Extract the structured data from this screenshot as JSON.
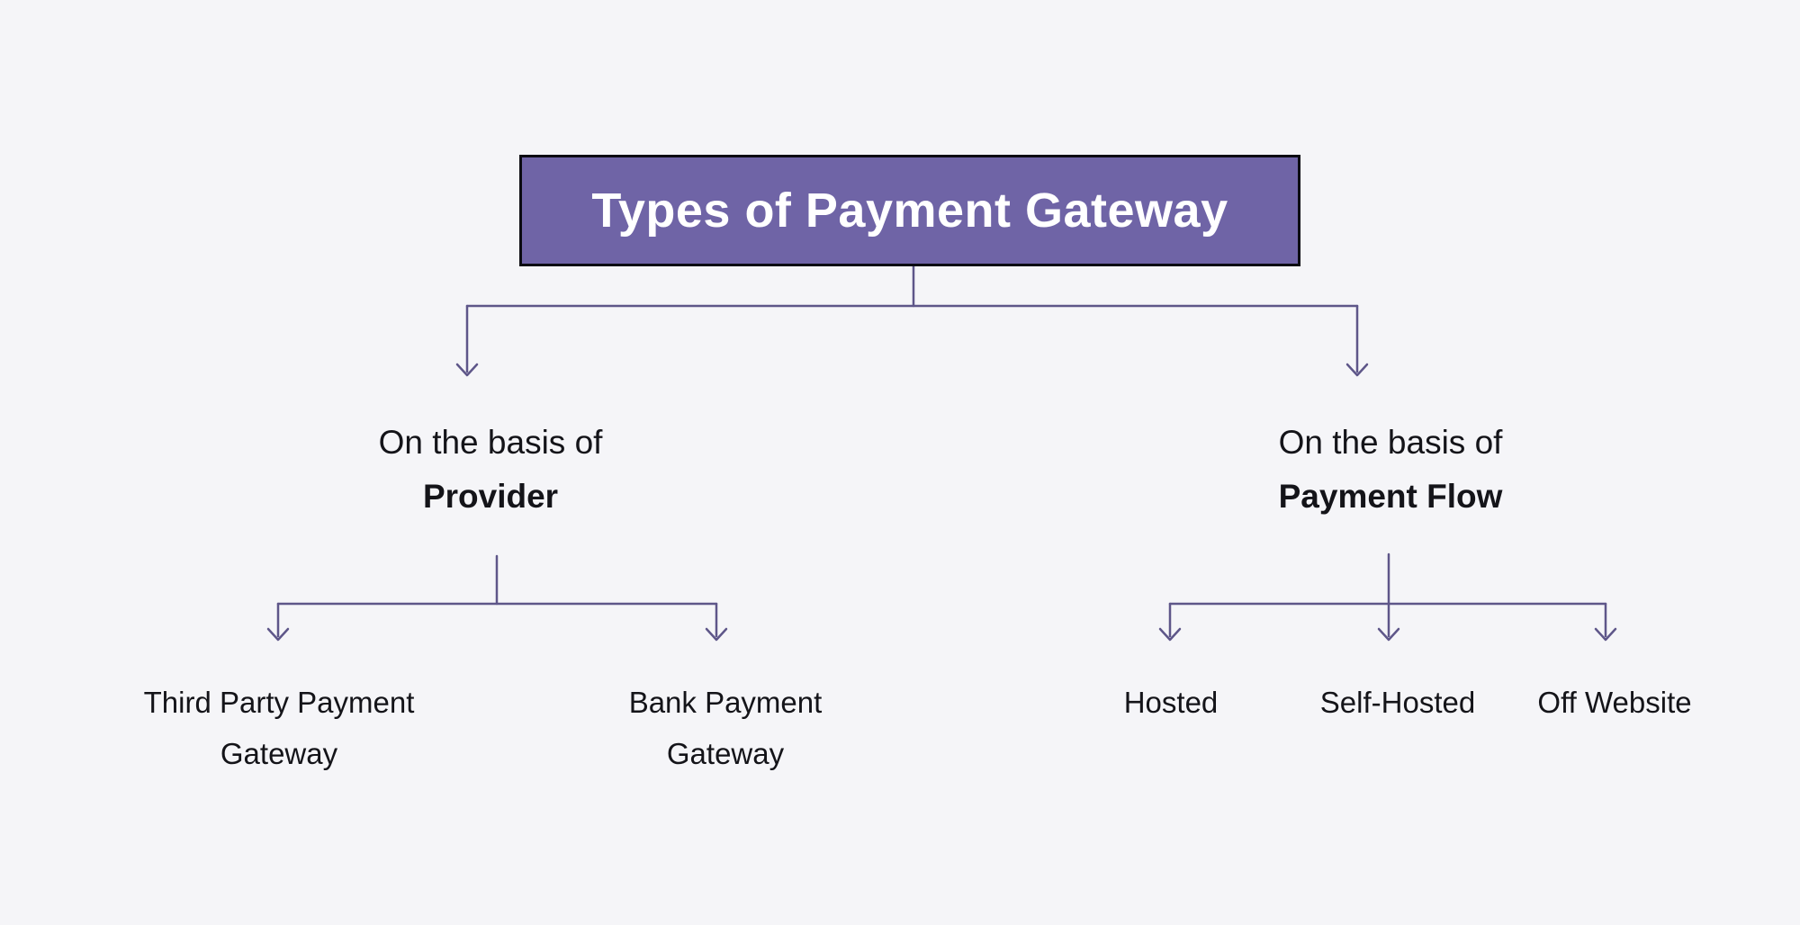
{
  "title": {
    "text": "Types of Payment Gateway"
  },
  "branches": [
    {
      "prefix": "On the basis of",
      "name": "Provider",
      "children": [
        "Third Party Payment Gateway",
        "Bank Payment Gateway"
      ]
    },
    {
      "prefix": "On the basis of",
      "name": "Payment Flow",
      "children": [
        "Hosted",
        "Self-Hosted",
        "Off Website"
      ]
    }
  ],
  "colors": {
    "background": "#f5f5f8",
    "title_fill": "#6f64a6",
    "title_border": "#0b0b12",
    "title_text": "#ffffff",
    "connector": "#5e5689",
    "text": "#141419"
  }
}
